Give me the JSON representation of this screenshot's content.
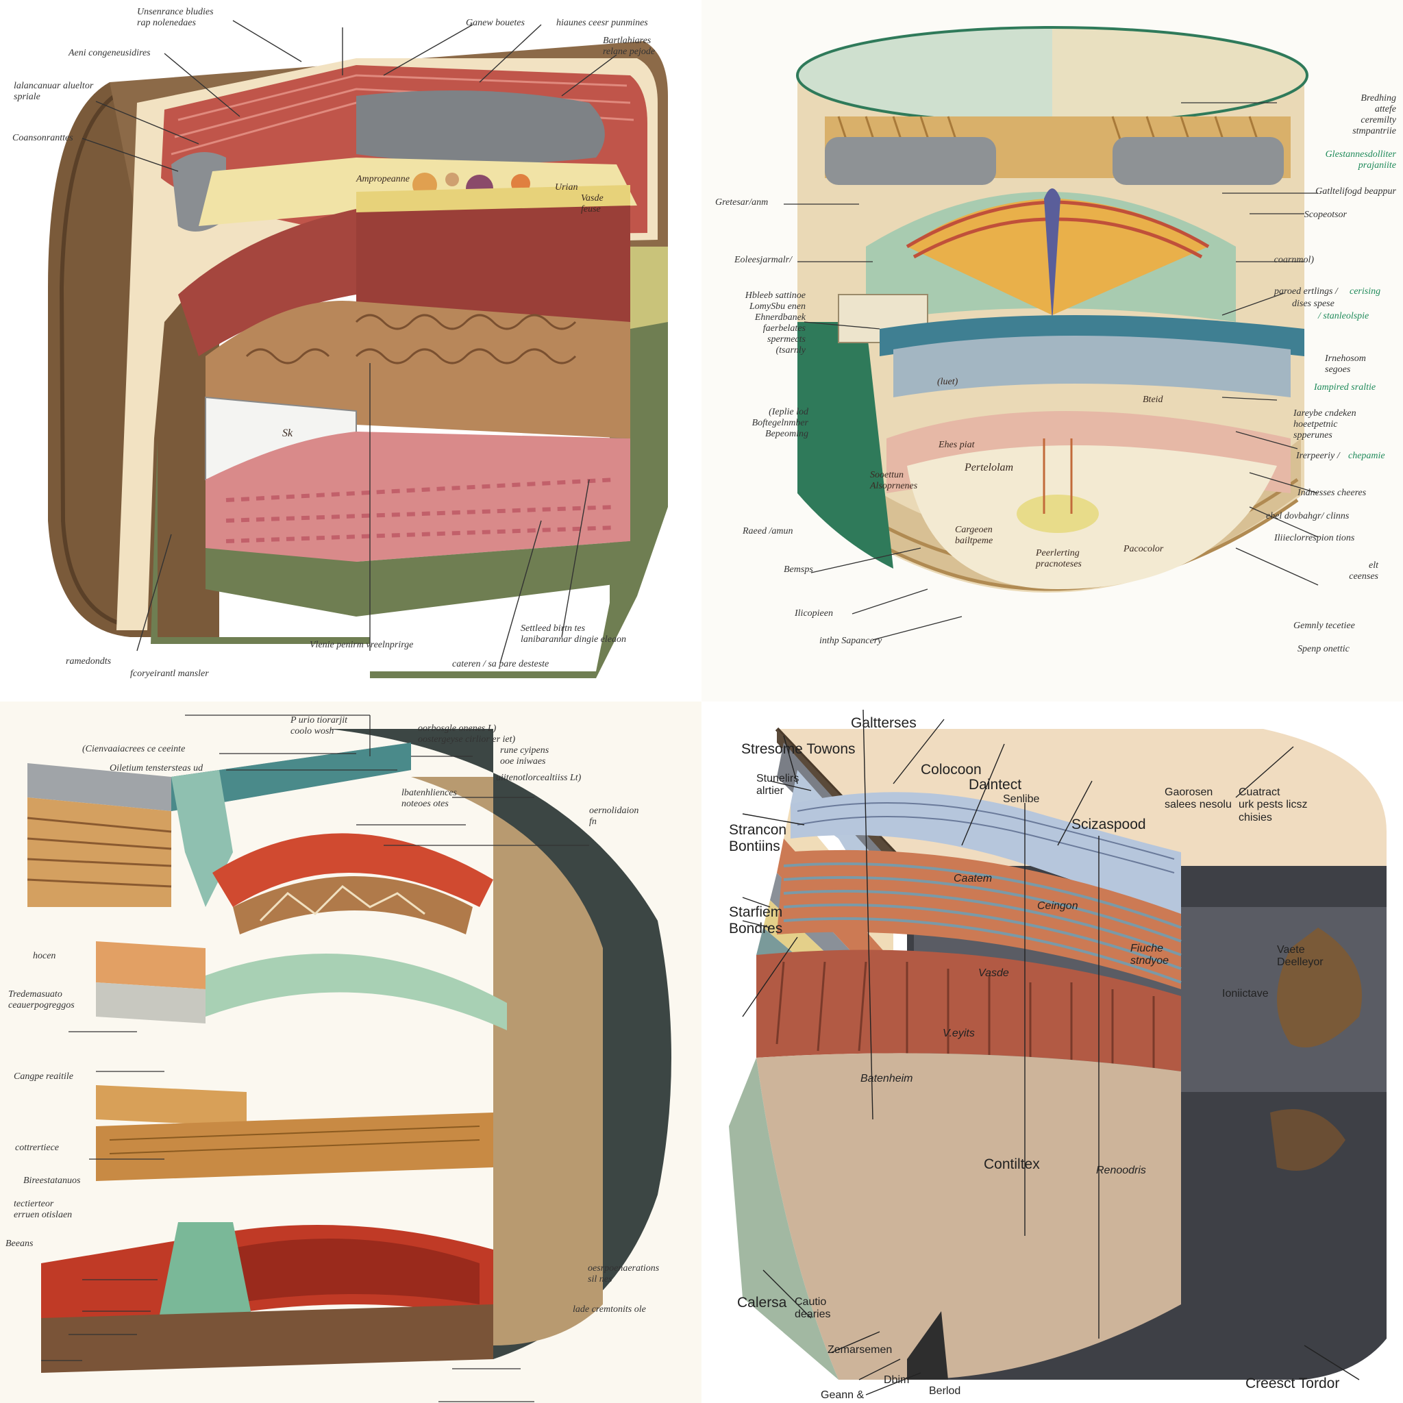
{
  "panels": [
    {
      "labels": [
        {
          "text": "Unsenrance bludies\nrap nolenedaes"
        },
        {
          "text": "Aeni congeneusidires"
        },
        {
          "text": "lalancanuar alueltor\nspriale"
        },
        {
          "text": "Coansonranttes"
        },
        {
          "text": "Ganew bouetes"
        },
        {
          "text": "hiaunes ceesr punmines"
        },
        {
          "text": "Bartlahiares\nrelane pejode"
        },
        {
          "text": "Ampropeanne"
        },
        {
          "text": "Urian"
        },
        {
          "text": "Vasde\nfeuse"
        },
        {
          "text": "Sk"
        },
        {
          "text": "ramedondts"
        },
        {
          "text": "fcoryeirantl mansler"
        },
        {
          "text": "Vlenie penirm vreelnprirge"
        },
        {
          "text": "Settleed birtn tes\nlanibarannar dingie eleaon"
        },
        {
          "text": "cateren / sa pare desteste"
        }
      ]
    },
    {
      "labels": [
        {
          "text": "Bredhing\nattefe\nceremilty\nstmpantriie"
        },
        {
          "text": "Glestannesdolliter\nprajaniite"
        },
        {
          "text": "Gatltelifogd beappur"
        },
        {
          "text": "Scopeotsor"
        },
        {
          "text": "Gretesar/anm"
        },
        {
          "text": "Eoleesjarmalr/"
        },
        {
          "text": "coarnmol)"
        },
        {
          "text": "Hbleeb sattinoe\nLomySbu enen\nEhnerdbanek\nfaerbelates\nspermects\n(tsarnly"
        },
        {
          "text": "paroed ertlings /"
        },
        {
          "text": "cerising"
        },
        {
          "text": "dises spese"
        },
        {
          "text": "/ stanleolspie"
        },
        {
          "text": "(luet)"
        },
        {
          "text": "Irnehosom\nsegoes"
        },
        {
          "text": "Iampired sraltie"
        },
        {
          "text": "Bteid"
        },
        {
          "text": "(Ieplie lod\nBoftegelnmber\nBepeoming"
        },
        {
          "text": "Ehes piat"
        },
        {
          "text": "Sooettun\nAlsoprnenes"
        },
        {
          "text": "Pertelolam"
        },
        {
          "text": "Iareybe cndeken\nhoeetpetnic\nspperunes"
        },
        {
          "text": "Irerpeeriy /"
        },
        {
          "text": "chepamie"
        },
        {
          "text": "Indnesses cheeres"
        },
        {
          "text": "ebel dovbahgr/ clinns"
        },
        {
          "text": "Iliieclorrespion tions"
        },
        {
          "text": "elt\nceenses"
        },
        {
          "text": "Raeed /amun"
        },
        {
          "text": "Cargeoen\nbailtpeme"
        },
        {
          "text": "Peerlerting\npracnoteses"
        },
        {
          "text": "Pacocolor"
        },
        {
          "text": "Bemsps"
        },
        {
          "text": "Ilicopieen"
        },
        {
          "text": "inthp Sapancery"
        },
        {
          "text": "Gemnly tecetiee"
        },
        {
          "text": "Spenp onettic"
        }
      ]
    },
    {
      "labels": [
        {
          "text": "P   urio tiorarjit\ncoolo wosh"
        },
        {
          "text": "oorbosgle onenes L)\noostergeyse cirlior er iet)"
        },
        {
          "text": "(Cienvaaiacrees ce ceeinte"
        },
        {
          "text": "Oiletium tenstersteas ud"
        },
        {
          "text": "rune cyipens\nooe iniwaes"
        },
        {
          "text": "uiitenotlorcealtiiss Lt)"
        },
        {
          "text": "lbatenhliences\nnoteoes otes"
        },
        {
          "text": "oernolidaion\nfn"
        },
        {
          "text": "hocen"
        },
        {
          "text": "Tredemasuato\nceauerpogreggos"
        },
        {
          "text": "Cangpe reaitile"
        },
        {
          "text": "cottrertiece"
        },
        {
          "text": "Bireestatanuos"
        },
        {
          "text": "tectierteor\nerruen otislaen"
        },
        {
          "text": "Beeans"
        },
        {
          "text": "oesrpoenaerations\nsil nes"
        },
        {
          "text": "lade cremtonits ole"
        }
      ]
    },
    {
      "labels": [
        {
          "text": "Galtterses"
        },
        {
          "text": "Stresome Towons"
        },
        {
          "text": "Colocoon"
        },
        {
          "text": "Daintect"
        },
        {
          "text": "Senlibe"
        },
        {
          "text": "Stunelirs\nalrtier"
        },
        {
          "text": "Gaorosen\nsalees nesolu"
        },
        {
          "text": "Cuatract\nurk pests licsz\nchisies"
        },
        {
          "text": "Scizaspood"
        },
        {
          "text": "Strancon\nBontiins"
        },
        {
          "text": "Starfiem\nBondres"
        },
        {
          "text": "Caatem"
        },
        {
          "text": "Ceingon"
        },
        {
          "text": "Fiuche\nstndyoe"
        },
        {
          "text": "Vasde"
        },
        {
          "text": "Vaete\nDeelleyor"
        },
        {
          "text": "Ioniictave"
        },
        {
          "text": "V.eyits"
        },
        {
          "text": "Batenheim"
        },
        {
          "text": "Contiltex"
        },
        {
          "text": "Renoodris"
        },
        {
          "text": "Calersa"
        },
        {
          "text": "Cautio\ndearies"
        },
        {
          "text": "Zemarsemen"
        },
        {
          "text": "Dbim"
        },
        {
          "text": "Geann &\nstmer"
        },
        {
          "text": "Berlod"
        },
        {
          "text": "Creesct Tordor"
        }
      ]
    }
  ],
  "colors": {
    "soil_brown": "#7a5a3a",
    "muscle_red": "#b23a32",
    "yellow_band": "#e7d27a",
    "grey_speckle": "#7e8286",
    "mint_green": "#8fb8a0",
    "teal_blue": "#3f7f92",
    "dark_green": "#2f4a3a",
    "tan": "#d9b98a",
    "cream": "#f3e4c2",
    "slate": "#4b4d52"
  }
}
